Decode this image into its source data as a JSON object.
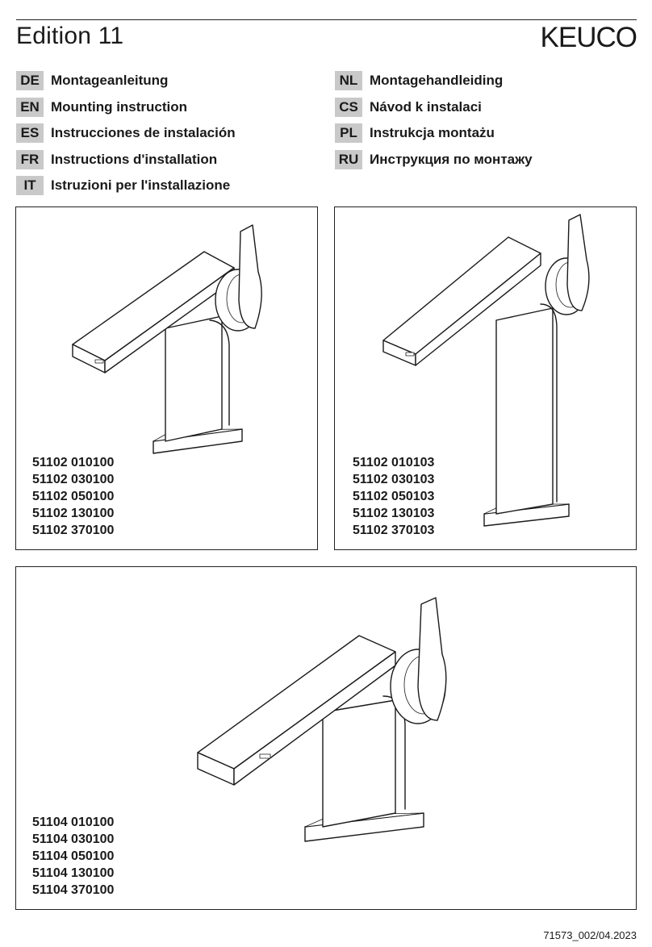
{
  "header": {
    "title": "Edition 11",
    "brand": "KEUCO"
  },
  "languages_left": [
    {
      "code": "DE",
      "label": "Montageanleitung"
    },
    {
      "code": "EN",
      "label": "Mounting instruction"
    },
    {
      "code": "ES",
      "label": "Instrucciones de instalación"
    },
    {
      "code": "FR",
      "label": "Instructions d'installation"
    },
    {
      "code": "IT",
      "label": "Istruzioni per l'installazione"
    }
  ],
  "languages_right": [
    {
      "code": "NL",
      "label": "Montagehandleiding"
    },
    {
      "code": "CS",
      "label": "Návod k instalaci"
    },
    {
      "code": "PL",
      "label": "Instrukcja montażu"
    },
    {
      "code": "RU",
      "label": "Инструкция по монтажу"
    }
  ],
  "panels": [
    {
      "codes": [
        "51102 010100",
        "51102 030100",
        "51102 050100",
        "51102 130100",
        "51102 370100"
      ]
    },
    {
      "codes": [
        "51102 010103",
        "51102 030103",
        "51102 050103",
        "51102 130103",
        "51102 370103"
      ]
    },
    {
      "codes": [
        "51104 010100",
        "51104 030100",
        "51104 050100",
        "51104 130100",
        "51104 370100"
      ]
    }
  ],
  "footer": {
    "doc_number": "71573_002/04.2023"
  },
  "colors": {
    "badge_bg": "#c9c9c9",
    "line": "#1a1a1a"
  }
}
